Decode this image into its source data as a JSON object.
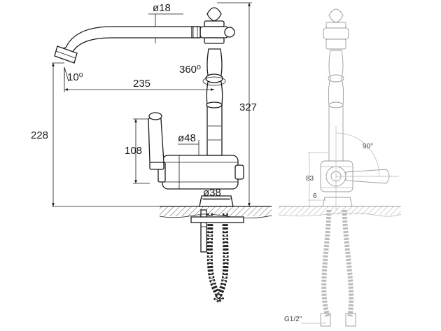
{
  "front_view": {
    "dimensions": {
      "outlet_diameter": "ø18",
      "outlet_angle": "10⁰",
      "swivel": "360⁰",
      "reach": "235",
      "total_height": "327",
      "outlet_height": "228",
      "lever_height": "108",
      "body_diameter": "ø48",
      "base_diameter": "ø38"
    }
  },
  "side_view": {
    "dimensions": {
      "lever_angle": "90°",
      "body_height": "83",
      "base_height": "6",
      "thread": "G1/2\""
    }
  }
}
